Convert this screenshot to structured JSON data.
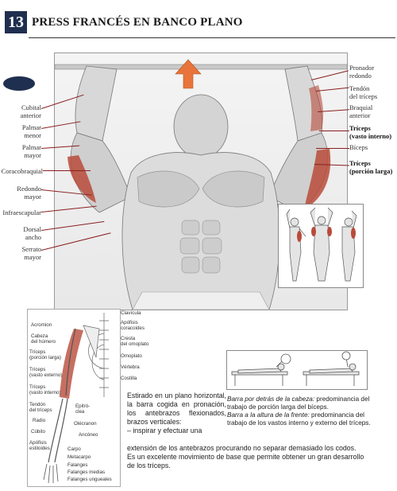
{
  "header": {
    "number": "13",
    "title": "PRESS FRANCÉS EN BANCO PLANO"
  },
  "labels_left": [
    "Cubital\nanterior",
    "Palmar\nmenor",
    "Palmar\nmayor",
    "Coracobraquial",
    "Redondo\nmayor",
    "Infraescapular",
    "Dorsal\nancho",
    "Serrato\nmayor"
  ],
  "labels_right": [
    "Pronador\nredondo",
    "Tendón\ndel tríceps",
    "Braquial\nanterior",
    "Tríceps\n(vasto interno)",
    "Bíceps",
    "Tríceps\n(porción larga)"
  ],
  "anatomy_labels_left": [
    "Acromion",
    "Cabeza\ndel húmero",
    "Tríceps\n(porción larga)",
    "Tríceps\n(vasto externo)",
    "Tríceps\n(vasto interno)",
    "Tendón\ndel tríceps",
    "Radio",
    "Cúbito",
    "Apófisis\nestiloides"
  ],
  "anatomy_labels_right": [
    "Clavícula",
    "Apófisis\ncoracoides",
    "Cresta\ndel omoplato",
    "Omoplato",
    "Vértebra",
    "Costilla",
    "Epitró-\nclea",
    "Olécranon",
    "Ancóneo",
    "Carpo",
    "Metacarpo",
    "Falanges",
    "Falanges medias",
    "Falanges ungueales"
  ],
  "caption": {
    "part1_italic": "Barra por detrás de la cabeza:",
    "part1_rest": " predominancia del trabajo de porción larga del bíceps.",
    "part2_italic": "Barra a la altura de la frente:",
    "part2_rest": " predominancia del trabajo de los vastos interno y externo del tríceps."
  },
  "body": {
    "column": "Estirado en un plano horizontal, la barra cogida en pronación, los antebrazos flexionados, brazos verticales:",
    "step": "– inspirar y efectuar una",
    "full": "extensión de los antebrazos procurando no separar demasiado los codos. Es un excelente movimiento de base que permite obtener un gran desarrollo de los tríceps."
  },
  "colors": {
    "header_box": "#1f2f4f",
    "arrow": "#e8743b",
    "muscle_highlight": "#b84b3a"
  }
}
